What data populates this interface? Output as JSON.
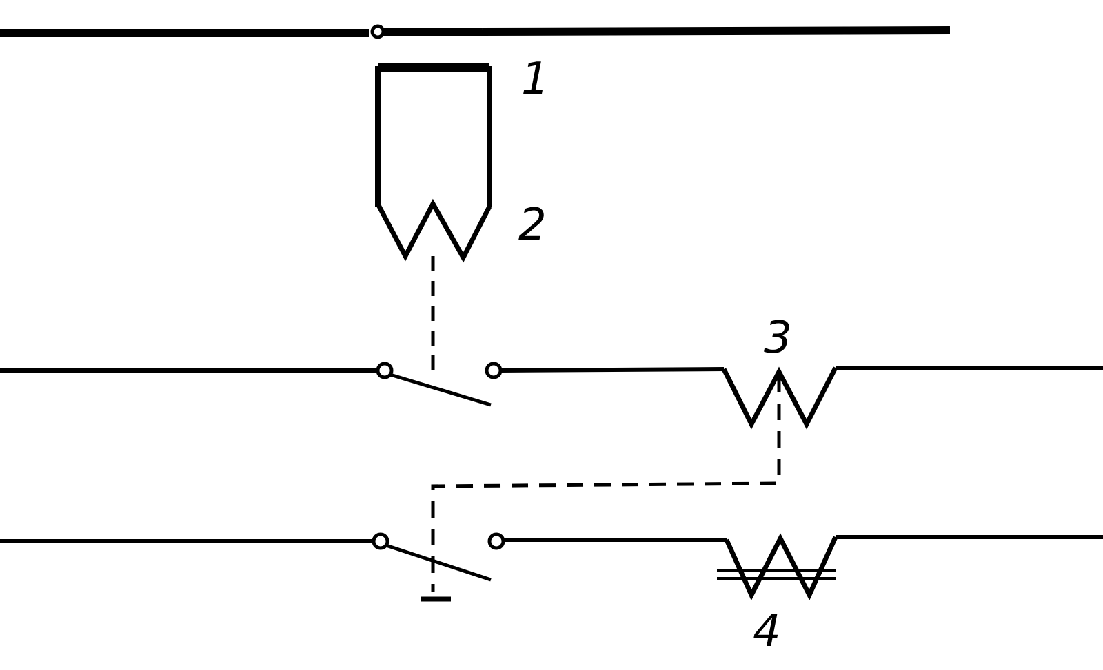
{
  "labels": {
    "one": "1",
    "two": "2",
    "three": "3",
    "four": "4"
  },
  "colors": {
    "ink": "#000000",
    "background": "#ffffff"
  }
}
